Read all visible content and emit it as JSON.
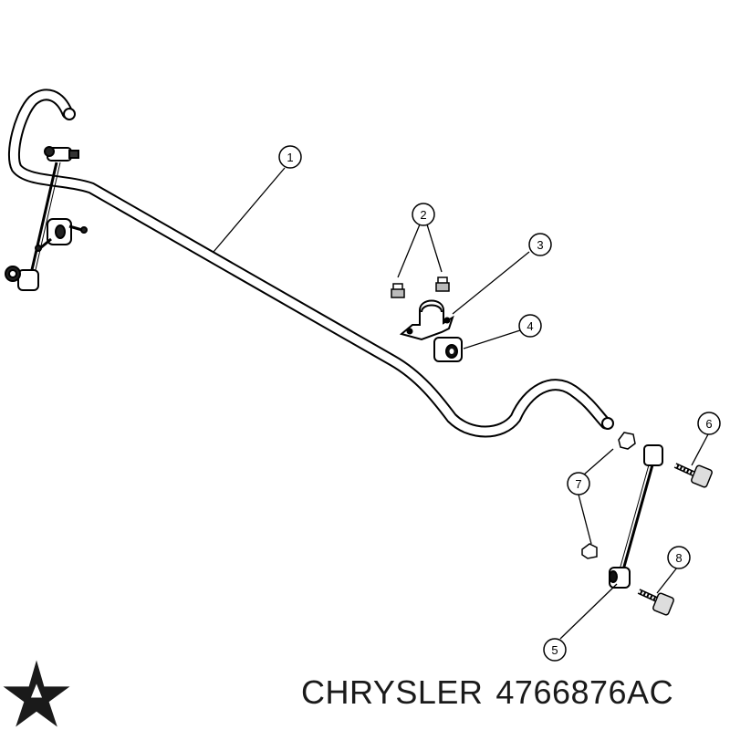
{
  "callouts": [
    {
      "id": "callout-1",
      "number": "1"
    },
    {
      "id": "callout-2",
      "number": "2"
    },
    {
      "id": "callout-3",
      "number": "3"
    },
    {
      "id": "callout-4",
      "number": "4"
    },
    {
      "id": "callout-5",
      "number": "5"
    },
    {
      "id": "callout-6",
      "number": "6"
    },
    {
      "id": "callout-7",
      "number": "7"
    },
    {
      "id": "callout-8",
      "number": "8"
    }
  ],
  "caption": {
    "brand": "CHRYSLER",
    "part_number": "4766876AC"
  },
  "logo": {
    "icon": "pentastar-logo-icon",
    "color": "#1a1a1a"
  }
}
